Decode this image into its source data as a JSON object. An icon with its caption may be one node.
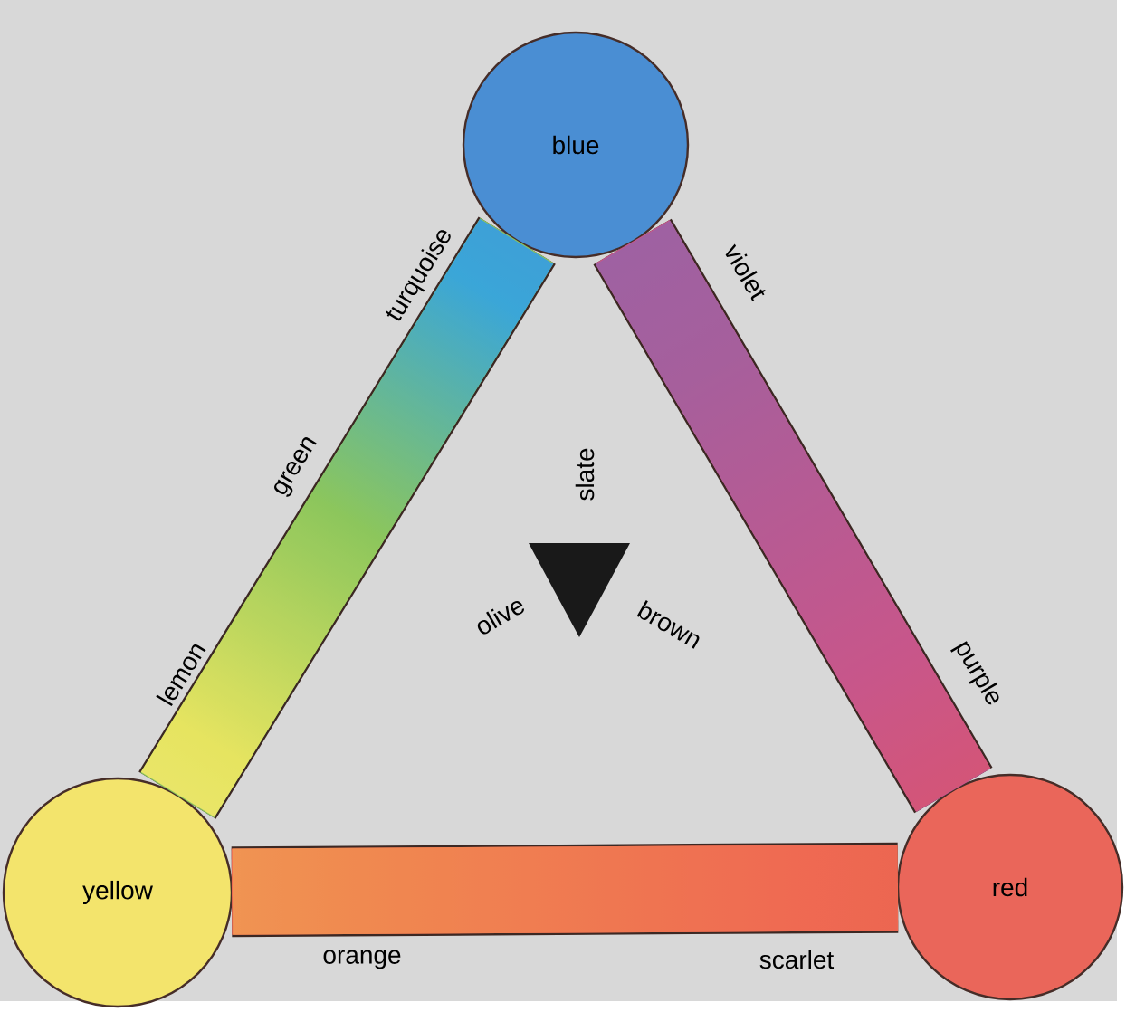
{
  "diagram": {
    "nodes": [
      {
        "text": [
          "blue"
        ]
      },
      {
        "text": [
          "yellow"
        ]
      },
      {
        "text": [
          "red"
        ]
      }
    ],
    "edges": [
      {
        "from": 0,
        "to": 1,
        "arrow": "none"
      },
      {
        "from": 0,
        "to": 2,
        "arrow": "none"
      },
      {
        "from": 1,
        "to": 2,
        "arrow": "none"
      }
    ],
    "labels": [
      "turquoise",
      "violet",
      "green",
      "slate",
      "olive",
      "brown",
      "lemon",
      "purple",
      "orange",
      "scarlet"
    ]
  }
}
